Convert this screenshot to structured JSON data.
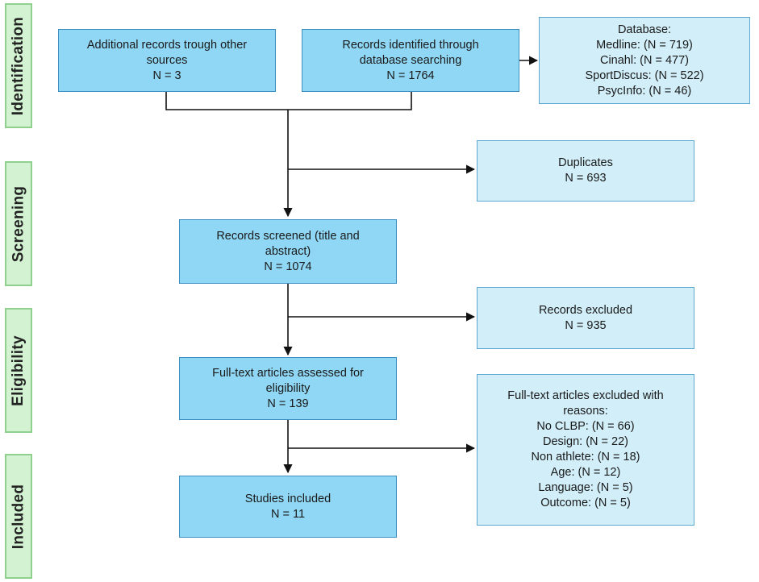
{
  "stages": {
    "identification": "Identification",
    "screening": "Screening",
    "eligibility": "Eligibility",
    "included": "Included"
  },
  "boxes": {
    "additional_records": {
      "line1": "Additional records trough other",
      "line2": "sources",
      "count": "N = 3"
    },
    "database_search": {
      "line1": "Records identified through",
      "line2": "database searching",
      "count": "N = 1764"
    },
    "databases": {
      "title": "Database:",
      "items": [
        "Medline: (N = 719)",
        "Cinahl: (N = 477)",
        "SportDiscus: (N = 522)",
        "PsycInfo: (N = 46)"
      ]
    },
    "duplicates": {
      "title": "Duplicates",
      "count": "N = 693"
    },
    "screened": {
      "line1": "Records screened (title and",
      "line2": "abstract)",
      "count": "N = 1074"
    },
    "excluded": {
      "title": "Records excluded",
      "count": "N = 935"
    },
    "fulltext": {
      "line1": "Full-text articles assessed for",
      "line2": "eligibility",
      "count": "N = 139"
    },
    "fulltext_excluded": {
      "line1": "Full-text articles excluded with",
      "line2": "reasons:",
      "items": [
        "No CLBP: (N = 66)",
        "Design: (N = 22)",
        "Non athlete: (N = 18)",
        "Age: (N = 12)",
        "Language: (N = 5)",
        "Outcome: (N = 5)"
      ]
    },
    "included": {
      "title": "Studies included",
      "count": "N = 11"
    }
  },
  "colors": {
    "primary_box": "#8fd7f4",
    "side_box": "#d1eef9",
    "stage_fill": "#d2f2d2",
    "stage_border": "#8fd08f"
  }
}
